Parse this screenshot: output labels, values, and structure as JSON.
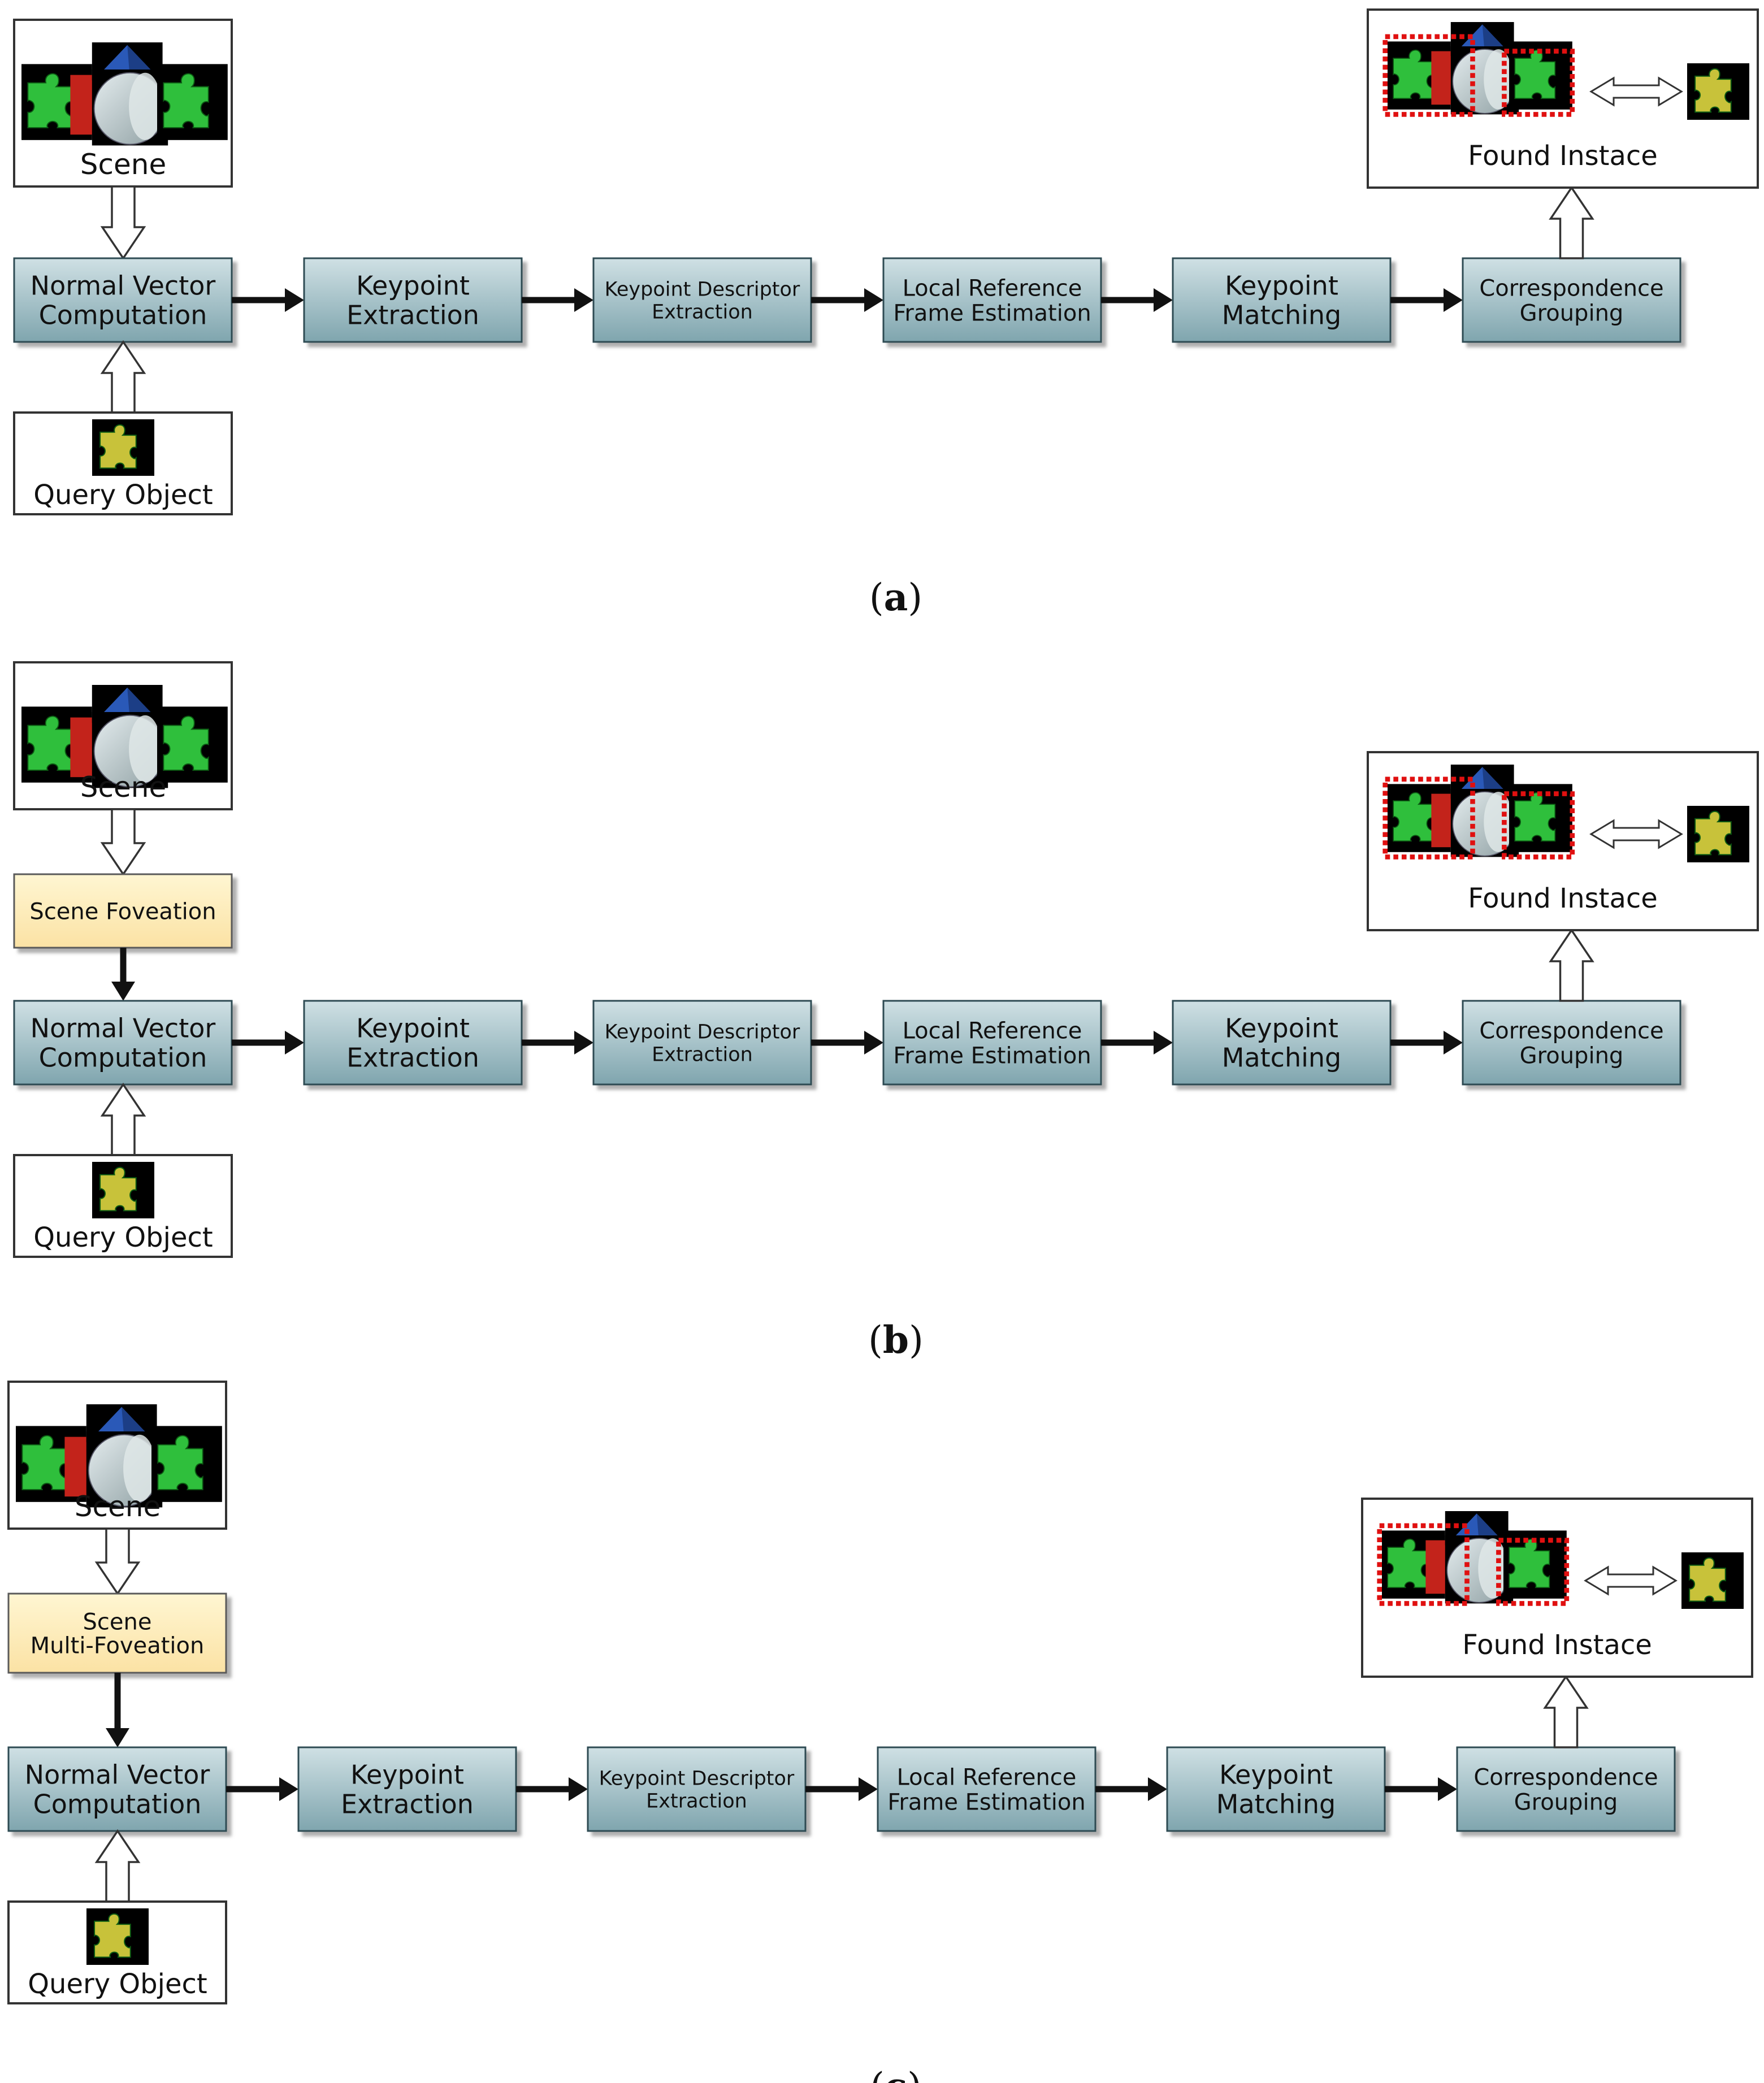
{
  "labels": {
    "scene": "Scene",
    "query": "Query Object",
    "found": "Found Instace",
    "normal": [
      "Normal Vector",
      "Computation"
    ],
    "keypoint_extraction": [
      "Keypoint",
      "Extraction"
    ],
    "descriptor": [
      "Keypoint Descriptor",
      "Extraction"
    ],
    "lrf": [
      "Local Reference",
      "Frame Estimation"
    ],
    "matching": [
      "Keypoint",
      "Matching"
    ],
    "grouping": [
      "Correspondence",
      "Grouping"
    ],
    "foveation": [
      "Scene Foveation"
    ],
    "multi_foveation": [
      "Scene",
      "Multi-Foveation"
    ]
  },
  "panels": [
    {
      "caption_pre": "(",
      "caption_letter": "a",
      "caption_post": ")",
      "pre_stage": null
    },
    {
      "caption_pre": "(",
      "caption_letter": "b",
      "caption_post": ")",
      "pre_stage": "foveation"
    },
    {
      "caption_pre": "(",
      "caption_letter": "c",
      "caption_post": ")",
      "pre_stage": "multi_foveation"
    }
  ],
  "colors": {
    "stage_fill_top": "#cfe0e4",
    "stage_fill_bottom": "#7fa5ae",
    "stage_border": "#2f4b52",
    "fovea_fill_top": "#fff6d2",
    "fovea_fill_bottom": "#fbe2a4",
    "puzzle_green": "#2fbf3c",
    "puzzle_yellow": "#c8c23a",
    "cube_red": "#c3231b",
    "cone_blue": "#2a59b8",
    "cylinder_gray": "#b8c4c6",
    "match_red": "#e01010"
  },
  "icons": [
    "puzzle-piece-icon",
    "red-cube-icon",
    "blue-cone-icon",
    "gray-cylinder-icon"
  ]
}
